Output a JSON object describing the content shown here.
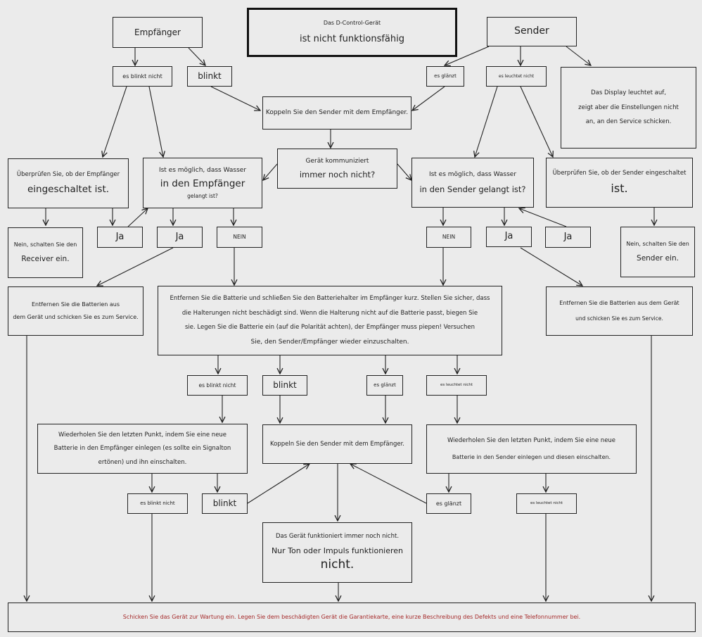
{
  "nodes": {
    "title": [
      "Das D-Control-Gerät",
      "ist nicht funktionsfähig"
    ],
    "empf": [
      "Empfänger"
    ],
    "sender": [
      "Sender"
    ],
    "e_blinkt_nicht": [
      "es blinkt nicht"
    ],
    "e_blinkt": [
      "blinkt"
    ],
    "s_glaenzt": [
      "es glänzt"
    ],
    "s_leuchtet_nicht": [
      "es leuchtet nicht"
    ],
    "display": [
      "Das Display leuchtet auf,",
      "zeigt aber die Einstellungen nicht",
      "an, an den Service schicken."
    ],
    "koppeln1": [
      "Koppeln Sie den Sender mit dem Empfänger."
    ],
    "kommuniziert": [
      "Gerät kommuniziert",
      "immer noch nicht?"
    ],
    "ueberpruefen_e": [
      "Überprüfen Sie, ob der Empfänger",
      "eingeschaltet ist."
    ],
    "wasser_e": [
      "Ist es möglich, dass Wasser",
      "in den Empfänger",
      "gelangt ist?"
    ],
    "wasser_s": [
      "Ist es möglich, dass Wasser",
      "in den Sender gelangt ist?"
    ],
    "ueberpruefen_s": [
      "Überprüfen Sie, ob der Sender eingeschaltet",
      "ist."
    ],
    "nein_receiver": [
      "Nein, schalten Sie den",
      "Receiver ein."
    ],
    "ja1": [
      "Ja"
    ],
    "ja2": [
      "Ja"
    ],
    "nein_e": [
      "NEIN"
    ],
    "nein_s": [
      "NEIN"
    ],
    "ja3": [
      "Ja"
    ],
    "ja4": [
      "Ja"
    ],
    "nein_sender": [
      "Nein, schalten Sie den",
      "Sender ein."
    ],
    "entfernen_e": [
      "Entfernen Sie die Batterien aus",
      "dem Gerät und schicken Sie es zum Service."
    ],
    "batterie": [
      "Entfernen Sie die Batterie und schließen Sie den Batteriehalter im Empfänger kurz. Stellen Sie sicher, dass",
      "die Halterungen nicht beschädigt sind. Wenn die Halterung nicht auf die Batterie passt, biegen Sie",
      "sie. Legen Sie die Batterie ein (auf die Polarität achten), der Empfänger muss piepen! Versuchen",
      "Sie, den Sender/Empfänger wieder einzuschalten."
    ],
    "entfernen_s": [
      "Entfernen Sie die Batterien aus dem Gerät",
      "und schicken Sie es zum Service."
    ],
    "b_blinkt_nicht": [
      "es blinkt nicht"
    ],
    "b_blinkt": [
      "blinkt"
    ],
    "b_glaenzt": [
      "es glänzt"
    ],
    "b_leuchtet_nicht": [
      "es leuchtet nicht"
    ],
    "wiederholen_e": [
      "Wiederholen Sie den letzten Punkt, indem Sie eine neue",
      "Batterie in den Empfänger einlegen (es sollte ein Signalton",
      "ertönen) und ihn einschalten."
    ],
    "koppeln2": [
      "Koppeln Sie den Sender mit dem Empfänger."
    ],
    "wiederholen_s": [
      "Wiederholen Sie den letzten Punkt, indem Sie eine neue",
      "Batterie in den Sender einlegen und diesen einschalten."
    ],
    "c_blinkt_nicht": [
      "es blinkt nicht"
    ],
    "c_blinkt": [
      "blinkt"
    ],
    "c_glaenzt": [
      "es glänzt"
    ],
    "c_leuchtet_nicht": [
      "es leuchtet nicht"
    ],
    "funktioniert": [
      "Das Gerät funktioniert immer noch nicht.",
      "Nur Ton oder Impuls funktionieren",
      "nicht."
    ],
    "wartung": [
      "Schicken Sie das Gerät zur Wartung ein. Legen Sie dem beschädigten Gerät die Garantiekarte, eine kurze Beschreibung des Defekts und eine Telefonnummer bei."
    ]
  },
  "colors": {
    "line": "#222222",
    "background": "#ebebeb",
    "final_text": "#a52a2a"
  }
}
